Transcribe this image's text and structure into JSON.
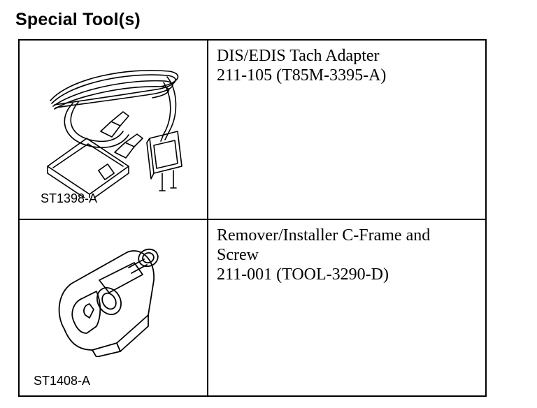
{
  "title": "Special Tool(s)",
  "tools": [
    {
      "name": "DIS/EDIS Tach Adapter",
      "part": "211-105 (T85M-3395-A)",
      "illustration": "ST1398-A",
      "icon": "tach-adapter-icon"
    },
    {
      "name_line1": "Remover/Installer C-Frame and",
      "name_line2": "Screw",
      "part": "211-001 (TOOL-3290-D)",
      "illustration": "ST1408-A",
      "icon": "c-frame-screw-icon"
    }
  ]
}
